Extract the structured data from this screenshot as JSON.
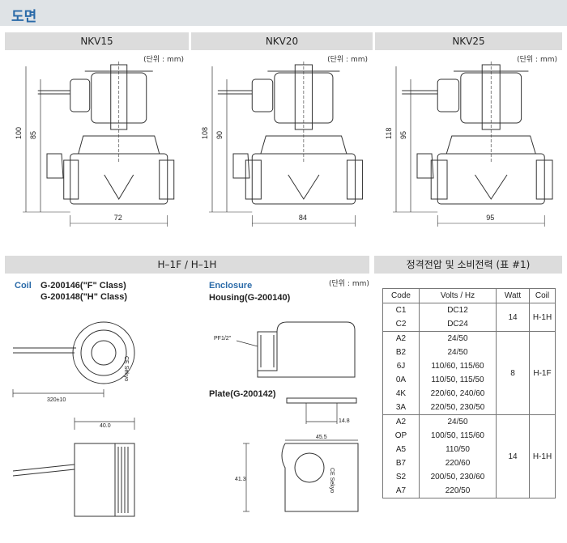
{
  "header": {
    "title": "도면"
  },
  "drawings": [
    {
      "title": "NKV15",
      "unit": "(단위 : mm)",
      "dims": [
        "100",
        "85",
        "72"
      ]
    },
    {
      "title": "NKV20",
      "unit": "(단위 : mm)",
      "dims": [
        "108",
        "90",
        "84"
      ]
    },
    {
      "title": "NKV25",
      "unit": "(단위 : mm)",
      "dims": [
        "118",
        "95",
        "95"
      ]
    }
  ],
  "coil_panel": {
    "title": "H–1F / H–1H",
    "unit": "(단위 : mm)",
    "coil_label": "Coil",
    "coil_line1": "G-200146(\"F\" Class)",
    "coil_line2": "G-200148(\"H\" Class)",
    "enclosure_label": "Enclosure",
    "housing_label": "Housing(G-200140)",
    "plate_label": "Plate(G-200142)",
    "dim_320": "320±10",
    "dim_40": "40.0",
    "dim_pf": "PF1/2\"",
    "dim_148": "14.8",
    "dim_455": "45.5",
    "dim_413": "41.3",
    "coil_mark": "CE Sekyo"
  },
  "spec_table": {
    "title": "정격전압 및 소비전력 (표 #1)",
    "headers": [
      "Code",
      "Volts / Hz",
      "Watt",
      "Coil"
    ],
    "groups": [
      {
        "watt": "14",
        "coil": "H-1H",
        "rows": [
          [
            "C1",
            "DC12"
          ],
          [
            "C2",
            "DC24"
          ]
        ]
      },
      {
        "watt": "8",
        "coil": "H-1F",
        "rows": [
          [
            "A2",
            "24/50"
          ],
          [
            "B2",
            "24/50"
          ],
          [
            "6J",
            "110/60, 115/60"
          ],
          [
            "0A",
            "110/50, 115/50"
          ],
          [
            "4K",
            "220/60, 240/60"
          ],
          [
            "3A",
            "220/50, 230/50"
          ]
        ]
      },
      {
        "watt": "14",
        "coil": "H-1H",
        "rows": [
          [
            "A2",
            "24/50"
          ],
          [
            "OP",
            "100/50, 115/60"
          ],
          [
            "A5",
            "110/50"
          ],
          [
            "B7",
            "220/60"
          ],
          [
            "S2",
            "200/50, 230/60"
          ],
          [
            "A7",
            "220/50"
          ]
        ]
      }
    ]
  }
}
